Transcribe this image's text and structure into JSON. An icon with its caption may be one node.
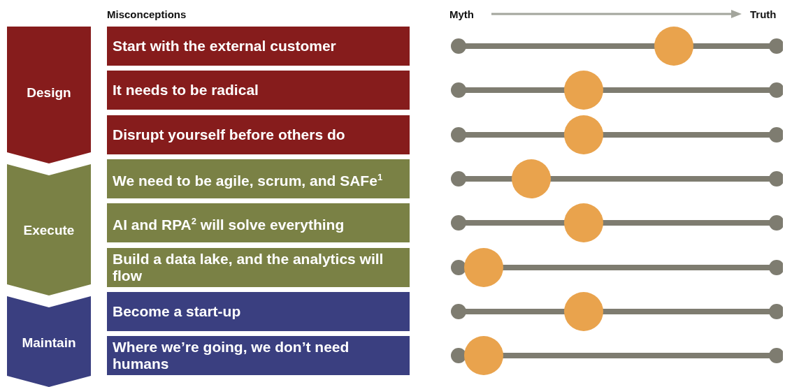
{
  "diagram": {
    "nodes": [
      {
        "text": [
          "Design"
        ]
      },
      {
        "text": [
          "Execute"
        ]
      },
      {
        "text": [
          "Maintain"
        ]
      },
      {
        "text": [
          "Start with the external customer"
        ]
      },
      {
        "text": [
          "It needs to be radical"
        ]
      },
      {
        "text": [
          "Disrupt yourself before others do"
        ]
      },
      {
        "text": [
          "We need to be agile, scrum, and SAFe$^{1}$"
        ]
      },
      {
        "text": [
          "AI and RPA$^{2}$ will solve everything"
        ]
      },
      {
        "text": [
          "Build a data lake, and the analytics will flow"
        ]
      },
      {
        "text": [
          "Become a start-up"
        ]
      },
      {
        "text": [
          "Where we’re going, we don’t need humans"
        ]
      }
    ],
    "labels": [
      "Misconceptions",
      "Myth",
      "Truth"
    ]
  }
}
